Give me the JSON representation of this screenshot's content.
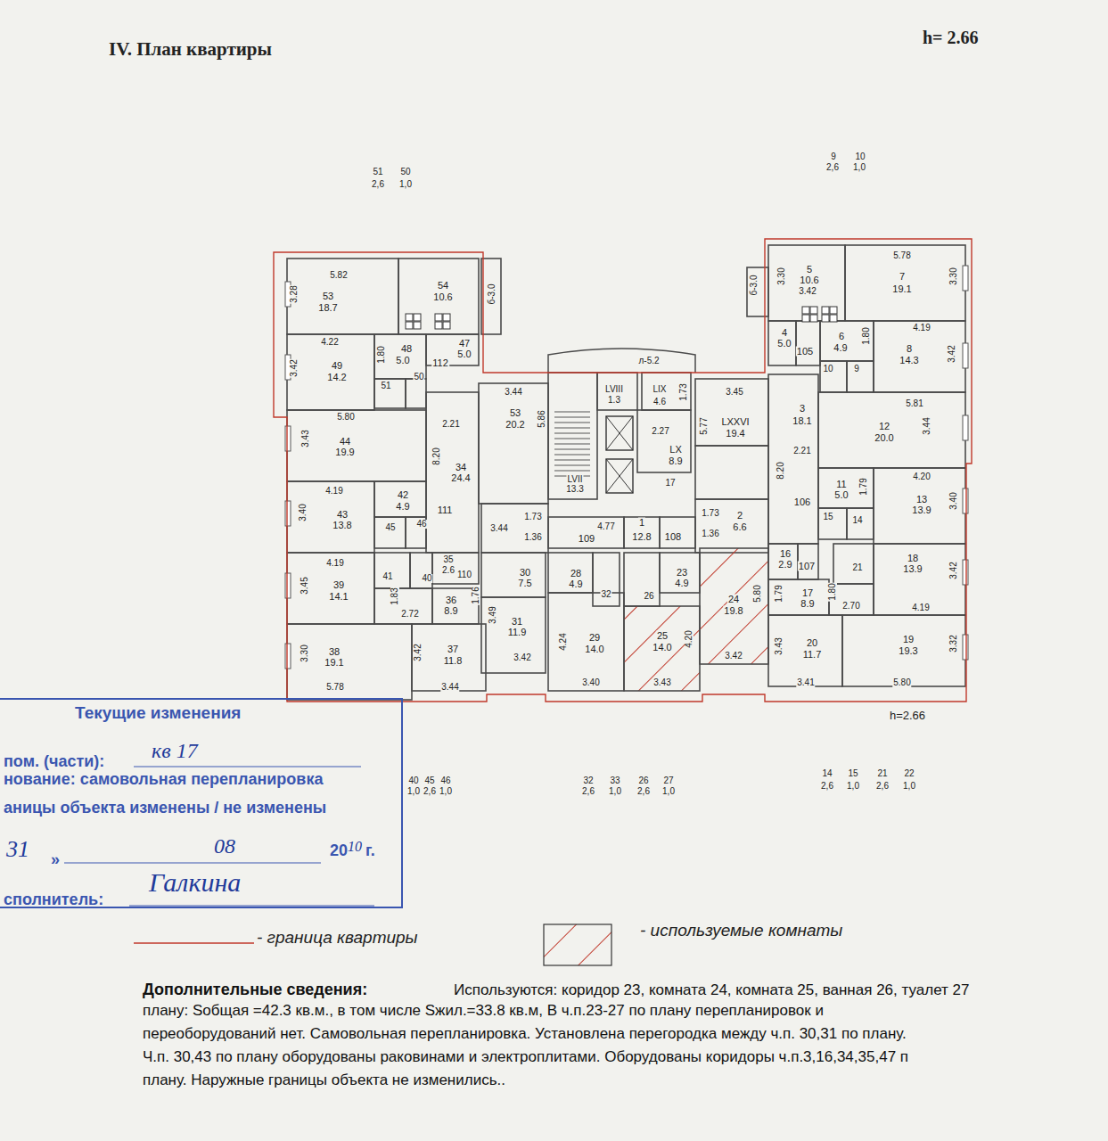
{
  "diagram": {
    "title": "IV. План квартиры",
    "nodes": [
      {
        "text": [
          "Текущие изменения",
          "пом. (части):",
          "кв 17",
          "нование: самовольная перепланировка",
          "аницы объекта изменены / не изменены",
          "31",
          "»",
          "08",
          "20",
          "10",
          "г.",
          "сполнитель:",
          "Галкина"
        ]
      }
    ],
    "labels": [
      "h= 2.66",
      "51",
      "2,6",
      "50",
      "1,0",
      "9",
      "2,6",
      "10",
      "1,0",
      "5.82",
      "3.28",
      "53",
      "18.7",
      "54",
      "10.6",
      "б-3.0",
      "4.22",
      "3.42",
      "49",
      "14.2",
      "1.80",
      "48",
      "5.0",
      "47",
      "5.0",
      "112",
      "51",
      "50",
      "3.44",
      "2.21",
      "5.80",
      "3.43",
      "44",
      "19.9",
      "8.20",
      "34",
      "24.4",
      "53",
      "20.2",
      "5.86",
      "4.19",
      "3.40",
      "43",
      "13.8",
      "42",
      "4.9",
      "111",
      "45",
      "46",
      "3.44",
      "1.73",
      "1.36",
      "109",
      "4.77",
      "1",
      "12.8",
      "108",
      "1.73",
      "1.36",
      "2",
      "6.6",
      "4.19",
      "3.45",
      "39",
      "14.1",
      "41",
      "35",
      "2.6",
      "110",
      "40",
      "1.83",
      "2.72",
      "36",
      "8.9",
      "1.76",
      "30",
      "7.5",
      "28",
      "4.9",
      "32",
      "26",
      "23",
      "4.9",
      "24",
      "19.8",
      "5.80",
      "3.49",
      "31",
      "11.9",
      "3.42",
      "4.24",
      "29",
      "14.0",
      "25",
      "14.0",
      "4.20",
      "3.30",
      "38",
      "19.1",
      "5.78",
      "3.42",
      "37",
      "11.8",
      "3.44",
      "3.40",
      "3.43",
      "3.42",
      "л-5.2",
      "LVIII",
      "1.3",
      "LIX",
      "4.6",
      "1.73",
      "3.45",
      "5.77",
      "LXXVI",
      "19.4",
      "2.27",
      "LX",
      "8.9",
      "LVII",
      "13.3",
      "17",
      "б-3.0",
      "3.30",
      "5",
      "10.6",
      "3.42",
      "5.78",
      "7",
      "19.1",
      "3.30",
      "4",
      "5.0",
      "105",
      "6",
      "4.9",
      "1.80",
      "4.19",
      "8",
      "14.3",
      "3.42",
      "10",
      "9",
      "5.81",
      "3",
      "18.1",
      "12",
      "20.0",
      "3.44",
      "2.21",
      "8.20",
      "106",
      "11",
      "5.0",
      "1.79",
      "4.20",
      "13",
      "13.9",
      "3.40",
      "15",
      "14",
      "16",
      "2.9",
      "107",
      "21",
      "18",
      "13.9",
      "3.42",
      "1.79",
      "17",
      "8.9",
      "1.80",
      "2.70",
      "4.19",
      "3.43",
      "20",
      "11.7",
      "3.41",
      "19",
      "19.3",
      "3.32",
      "5.80",
      "h=2.66",
      "40",
      "1,0",
      "45",
      "2,6",
      "46",
      "1,0",
      "32",
      "2,6",
      "33",
      "1,0",
      "26",
      "2,6",
      "27",
      "1,0",
      "14",
      "2,6",
      "15",
      "1,0",
      "21",
      "2,6",
      "22",
      "1,0",
      "Дополнительные сведения:",
      "Используются: коридор 23, комната 24, комната 25, ванная 26, туалет 27",
      "плану: Sобщая =42.3 кв.м., в том числе Sжил.=33.8 кв.м, В ч.п.23-27 по плану перепланировок и",
      "переоборудований нет. Самовольная перепланировка. Установлена перегородка между ч.п. 30,31 по плану.",
      "Ч.п. 30,43 по плану оборудованы раковинами и электроплитами. Оборудованы коридоры ч.п.3,16,34,35,47 п",
      "плану. Наружные границы объекта не изменились.."
    ],
    "legend": [
      {
        "text": "- граница квартиры"
      },
      {
        "text": "- используемые комнаты"
      }
    ]
  }
}
